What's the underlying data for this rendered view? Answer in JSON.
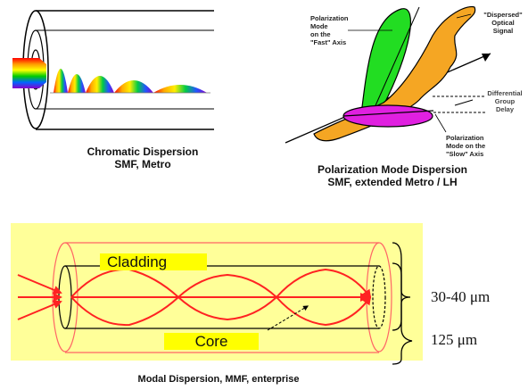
{
  "chromatic": {
    "caption_line1": "Chromatic Dispersion",
    "caption_line2": "SMF, Metro"
  },
  "pmd": {
    "fast_axis_label": [
      "Polarization",
      "Mode",
      "on the",
      "\"Fast\" Axis"
    ],
    "dispersed_label": [
      "\"Dispersed\"",
      "Optical",
      "Signal"
    ],
    "dgd_label": [
      "Differential",
      "Group",
      "Delay"
    ],
    "slow_axis_label": [
      "Polarization",
      "Mode on the",
      "\"Slow\" Axis"
    ],
    "caption_line1": "Polarization Mode Dispersion",
    "caption_line2": "SMF, extended Metro / LH"
  },
  "modal": {
    "cladding_label": "Cladding",
    "core_label": "Core",
    "core_size": "30-40 μm",
    "cladding_size": "125 μm",
    "caption": "Modal Dispersion, MMF, enterprise"
  },
  "colors": {
    "fast_mode": "#22dd22",
    "dispersed_signal": "#f5a623",
    "slow_mode": "#e020e0",
    "modal_background": "#ffff99",
    "label_highlight": "#ffff00",
    "ray_color": "#ff2222"
  }
}
